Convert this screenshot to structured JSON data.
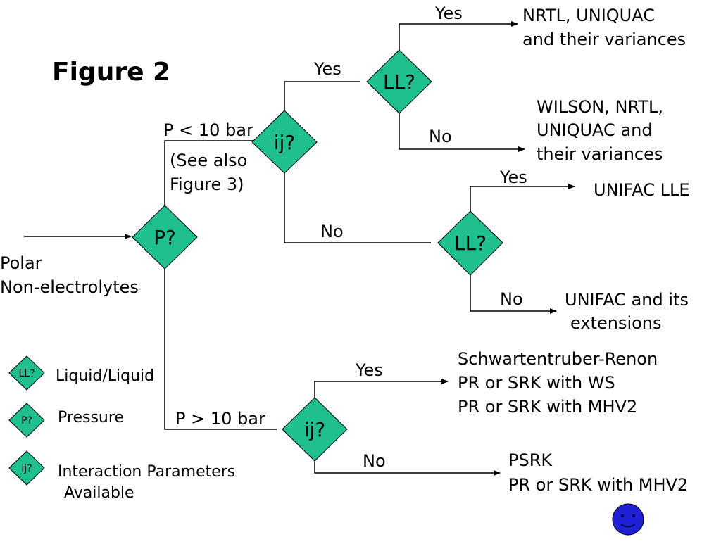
{
  "title": "Figure 2",
  "input": [
    "Polar",
    "Non-electrolytes"
  ],
  "nodes": {
    "p": "P?",
    "ij_low": "ij?",
    "ll_top": "LL?",
    "ll_mid": "LL?",
    "ij_high": "ij?"
  },
  "edges": {
    "p_low": "P < 10 bar",
    "see_also": [
      "(See also",
      "Figure 3)"
    ],
    "p_high": "P > 10 bar",
    "ij_low_yes": "Yes",
    "ij_low_no": "No",
    "ll_top_yes": "Yes",
    "ll_top_no": "No",
    "ll_mid_yes": "Yes",
    "ll_mid_no": "No",
    "ij_high_yes": "Yes",
    "ij_high_no": "No"
  },
  "outcomes": {
    "ll_top_yes": [
      "NRTL, UNIQUAC",
      "and their variances"
    ],
    "ll_top_no": [
      "WILSON, NRTL,",
      "UNIQUAC and",
      "their variances"
    ],
    "ll_mid_yes": [
      "UNIFAC LLE"
    ],
    "ll_mid_no": [
      "UNIFAC and its",
      "extensions"
    ],
    "ij_high_yes": [
      "Schwartentruber-Renon",
      "PR or SRK with WS",
      "PR or SRK with MHV2"
    ],
    "ij_high_no": [
      "PSRK",
      "PR or SRK with MHV2"
    ]
  },
  "legend": [
    {
      "symbol": "LL?",
      "text": [
        "Liquid/Liquid"
      ]
    },
    {
      "symbol": "P?",
      "text": [
        "Pressure"
      ]
    },
    {
      "symbol": "ij?",
      "text": [
        "Interaction Parameters",
        "Available"
      ]
    }
  ],
  "colors": {
    "node_fill": "#1fbf8f",
    "line": "#000000",
    "smiley_fill": "#1f1fd6"
  },
  "icons": {
    "smiley": "smiley-face-icon"
  }
}
